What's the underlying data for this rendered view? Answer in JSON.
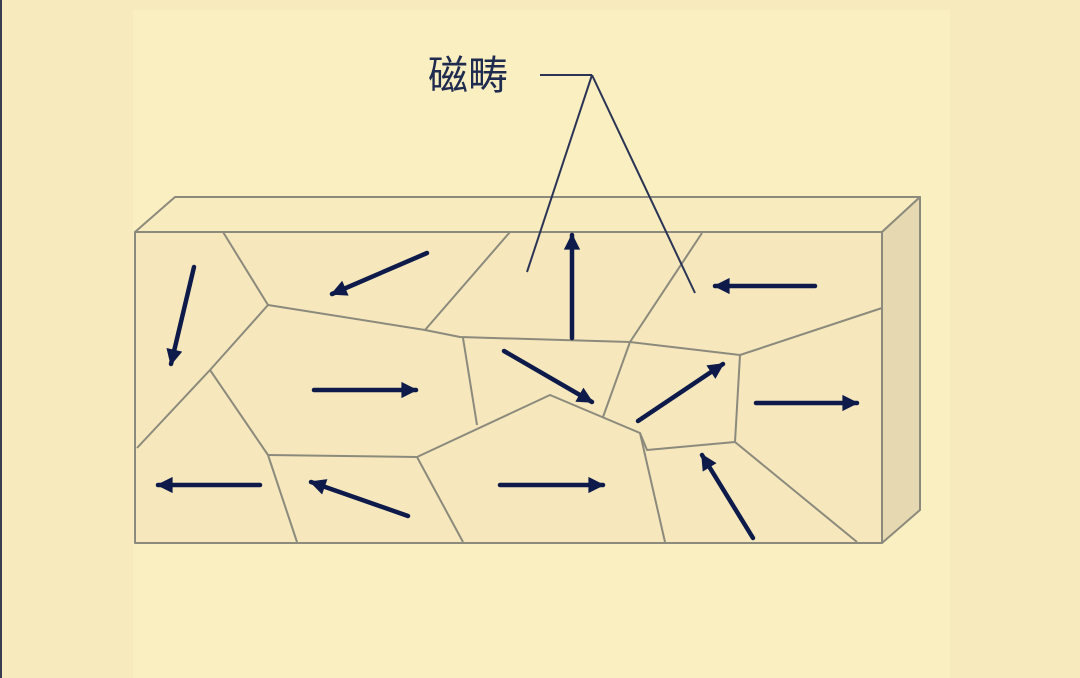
{
  "diagram": {
    "title": "Magnetic domains in a ferromagnetic block",
    "label": "磁畴",
    "colors": {
      "background": "#f7eabc",
      "panel": "#faefc0",
      "box_front": "#f6e8bc",
      "box_top": "#f8ebbe",
      "box_side": "#e6d8b0",
      "boundary": "#8c8a7c",
      "arrow": "#0d1a4a",
      "leader": "#2b3455"
    },
    "nodes": [
      {
        "id": "label",
        "text": "磁畴",
        "type": "annotation"
      },
      {
        "id": "box",
        "text": "ferromagnetic block (3D)",
        "type": "shape"
      },
      {
        "id": "domain-1",
        "direction": "down"
      },
      {
        "id": "domain-2",
        "direction": "down-left"
      },
      {
        "id": "domain-3",
        "direction": "up"
      },
      {
        "id": "domain-4",
        "direction": "left"
      },
      {
        "id": "domain-5",
        "direction": "right"
      },
      {
        "id": "domain-6",
        "direction": "down-right"
      },
      {
        "id": "domain-7",
        "direction": "up-right"
      },
      {
        "id": "domain-8",
        "direction": "right"
      },
      {
        "id": "domain-9",
        "direction": "left"
      },
      {
        "id": "domain-10",
        "direction": "up-left"
      },
      {
        "id": "domain-11",
        "direction": "right"
      },
      {
        "id": "domain-12",
        "direction": "up-left"
      }
    ],
    "edges": [
      {
        "from": "label",
        "to": "domain-3",
        "type": "leader-line"
      },
      {
        "from": "label",
        "to": "domain-4",
        "type": "leader-line"
      }
    ]
  }
}
